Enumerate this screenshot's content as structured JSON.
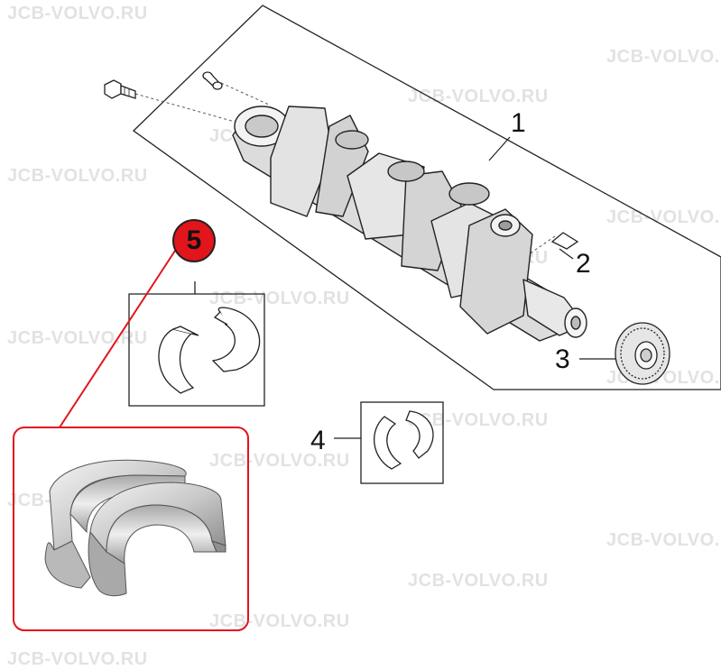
{
  "watermark": "JCB-VOLVO.RU",
  "callouts": {
    "crankshaft": "1",
    "key": "2",
    "gear": "3",
    "conrod_bearing": "4",
    "main_bearing": "5"
  },
  "colors": {
    "highlight": "#e2141c",
    "line": "#222222",
    "watermark": "#e2e2e2"
  }
}
